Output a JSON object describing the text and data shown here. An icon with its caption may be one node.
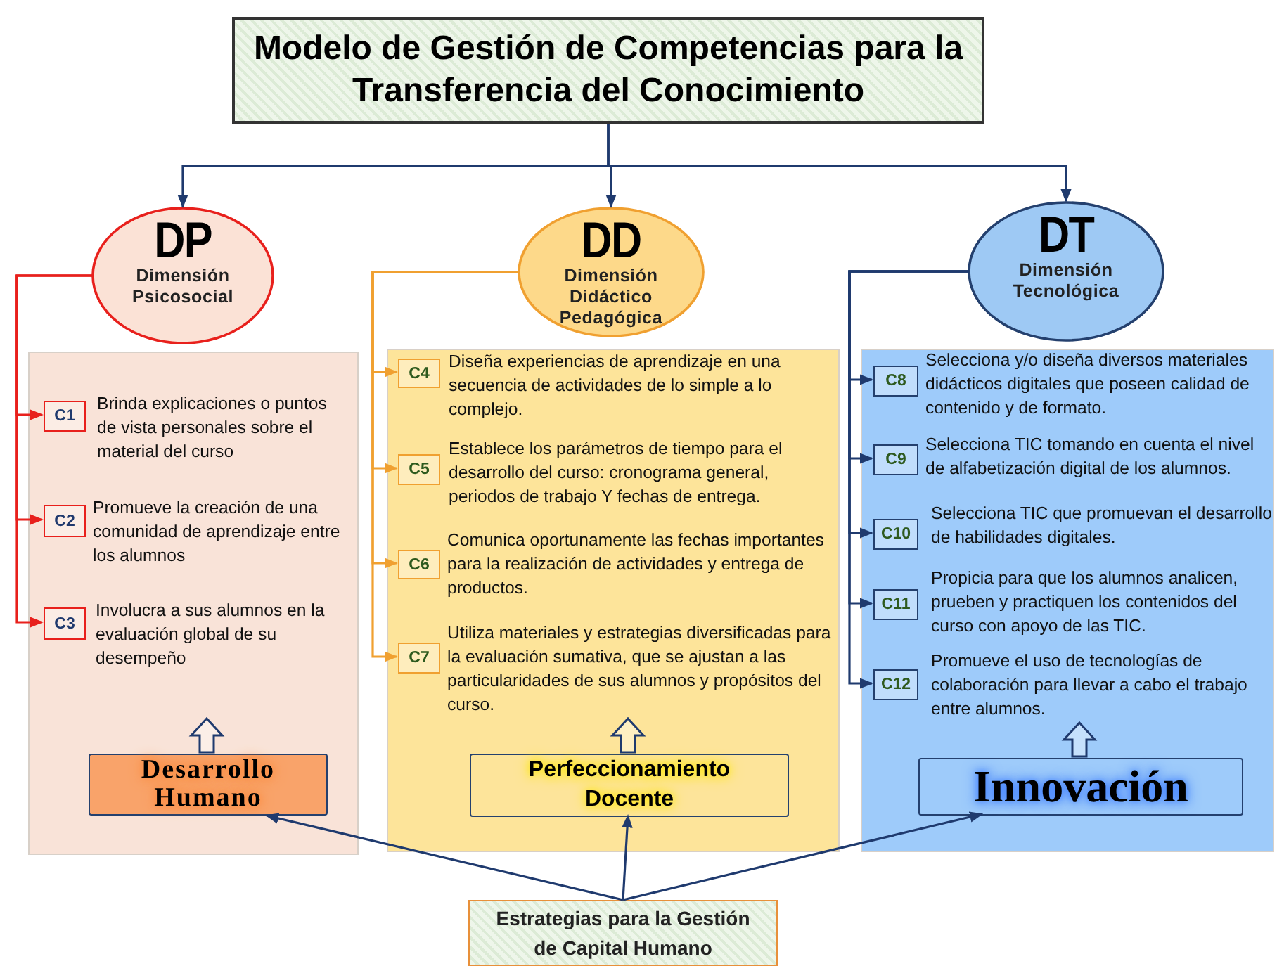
{
  "diagram": {
    "nodes": [
      {
        "text": [
          "Modelo de Gestión de Competencias para la Transferencia del Conocimiento"
        ]
      },
      {
        "text": [
          "DP",
          "Dimensión Psicosocial"
        ]
      },
      {
        "text": [
          "DD",
          "Dimensión Didáctico Pedagógica"
        ]
      },
      {
        "text": [
          "DT",
          "Dimensión Tecnológica"
        ]
      },
      {
        "text": [],
        "shape": "box"
      },
      {
        "text": [
          "C1"
        ],
        "in": 4,
        "beside": [
          "Brinda explicaciones o puntos de vista personales sobre el material del curso"
        ]
      },
      {
        "text": [
          "C2"
        ],
        "in": 4,
        "beside": [
          "Promueve la creación de una comunidad de aprendizaje entre los alumnos"
        ]
      },
      {
        "text": [
          "C3"
        ],
        "in": 4,
        "beside": [
          "Involucra a sus alumnos en la evaluación global de su desempeño"
        ]
      },
      {
        "text": [
          "Desarrollo Humano"
        ],
        "in": 4
      },
      {
        "text": [],
        "shape": "box"
      },
      {
        "text": [
          "C4"
        ],
        "in": 9,
        "beside": [
          "Diseña experiencias de aprendizaje en una secuencia de actividades de lo simple a lo complejo."
        ]
      },
      {
        "text": [
          "C5"
        ],
        "in": 9,
        "beside": [
          "Establece los parámetros de tiempo para el desarrollo del curso: cronograma general, periodos de trabajo Y fechas de entrega."
        ]
      },
      {
        "text": [
          "C6"
        ],
        "in": 9,
        "beside": [
          "Comunica oportunamente las fechas importantes para la realización de actividades y entrega de productos."
        ]
      },
      {
        "text": [
          "C7"
        ],
        "in": 9,
        "beside": [
          "Utiliza materiales y estrategias diversificadas para la evaluación sumativa, que se ajustan a las particularidades de sus alumnos y propósitos del curso."
        ]
      },
      {
        "text": [
          "Perfeccionamiento Docente"
        ],
        "in": 9
      },
      {
        "text": [],
        "shape": "box"
      },
      {
        "text": [
          "C8"
        ],
        "in": 15,
        "beside": [
          "Selecciona y/o diseña diversos materiales didácticos digitales que poseen calidad de contenido y de formato."
        ]
      },
      {
        "text": [
          "C9"
        ],
        "in": 15,
        "beside": [
          "Selecciona TIC tomando en cuenta el nivel de alfabetización digital de los alumnos."
        ]
      },
      {
        "text": [
          "C10"
        ],
        "in": 15,
        "beside": [
          "Selecciona TIC que promuevan el desarrollo de habilidades digitales."
        ]
      },
      {
        "text": [
          "C11"
        ],
        "in": 15,
        "beside": [
          "Propicia para que los alumnos analicen, prueben y practiquen los contenidos del curso con apoyo de las TIC."
        ]
      },
      {
        "text": [
          "C12"
        ],
        "in": 15,
        "beside": [
          "Promueve el uso de tecnologías de colaboración para llevar a cabo el trabajo entre alumnos."
        ]
      },
      {
        "text": [
          "Innovación"
        ],
        "in": 15
      },
      {
        "text": [
          "Estrategias para la Gestión de Capital Humano"
        ]
      }
    ],
    "edges": [
      {
        "from": 0,
        "to": 1,
        "arrow": "to"
      },
      {
        "from": 0,
        "to": 2,
        "arrow": "to"
      },
      {
        "from": 0,
        "to": 3,
        "arrow": "to"
      },
      {
        "from": 1,
        "to": 5,
        "arrow": "to",
        "color": "#e8201c"
      },
      {
        "from": 1,
        "to": 6,
        "arrow": "to",
        "color": "#e8201c"
      },
      {
        "from": 1,
        "to": 7,
        "arrow": "to",
        "color": "#e8201c"
      },
      {
        "from": 2,
        "to": 10,
        "arrow": "to",
        "color": "#f0a030"
      },
      {
        "from": 2,
        "to": 11,
        "arrow": "to",
        "color": "#f0a030"
      },
      {
        "from": 2,
        "to": 12,
        "arrow": "to",
        "color": "#f0a030"
      },
      {
        "from": 2,
        "to": 13,
        "arrow": "to",
        "color": "#f0a030"
      },
      {
        "from": 3,
        "to": 16,
        "arrow": "to"
      },
      {
        "from": 3,
        "to": 17,
        "arrow": "to"
      },
      {
        "from": 3,
        "to": 18,
        "arrow": "to"
      },
      {
        "from": 3,
        "to": 19,
        "arrow": "to"
      },
      {
        "from": 3,
        "to": 20,
        "arrow": "to"
      },
      {
        "from": 8,
        "to": null,
        "arrow": "to",
        "style": "thick"
      },
      {
        "from": 14,
        "to": null,
        "arrow": "to",
        "style": "thick"
      },
      {
        "from": 21,
        "to": null,
        "arrow": "to",
        "style": "thick"
      },
      {
        "from": 22,
        "to": 8,
        "arrow": "to"
      },
      {
        "from": 22,
        "to": 14,
        "arrow": "to"
      },
      {
        "from": 22,
        "to": 21,
        "arrow": "to"
      }
    ]
  }
}
